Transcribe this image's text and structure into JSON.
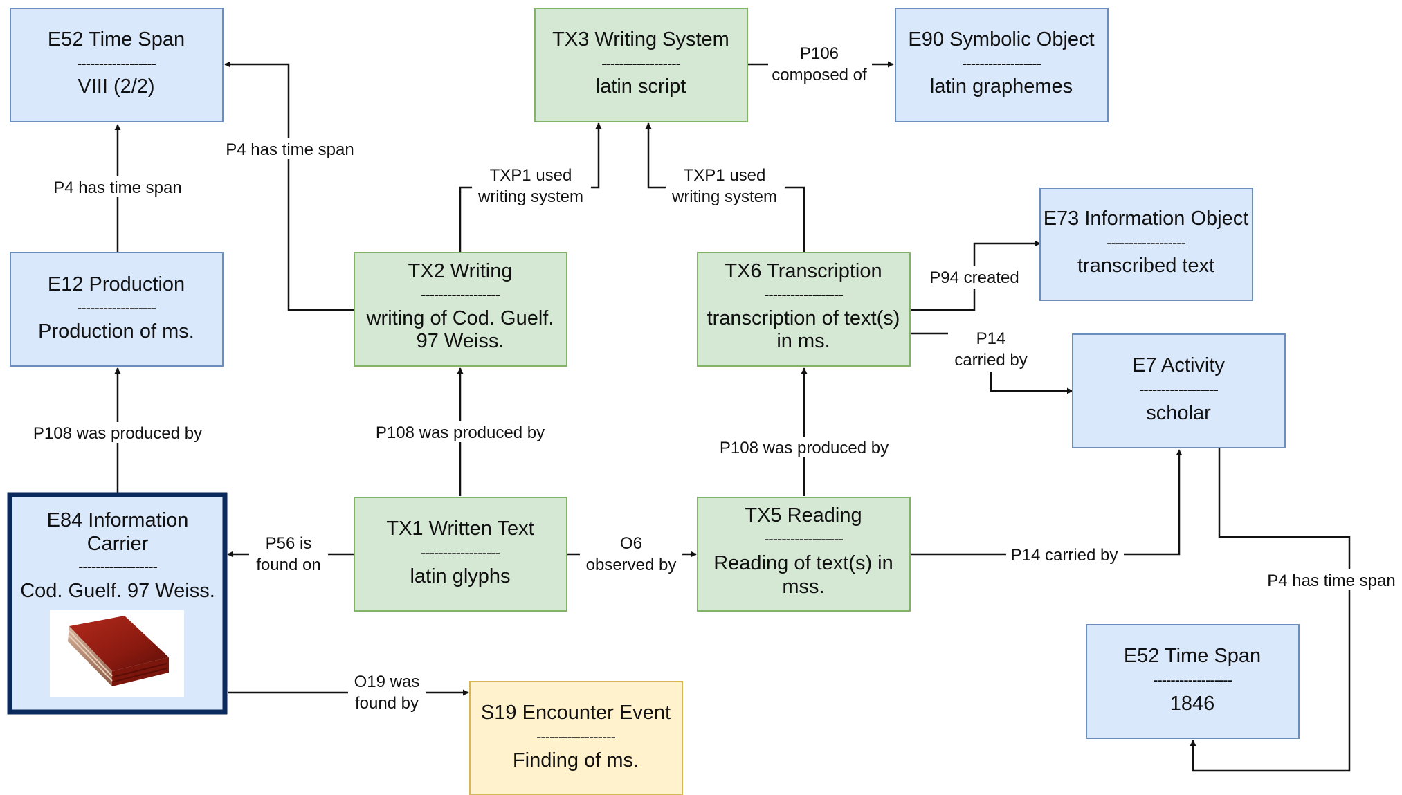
{
  "colors": {
    "blue_fill": "#dae8fc",
    "blue_stroke": "#6c8ebf",
    "green_fill": "#d5e8d4",
    "green_stroke": "#82b366",
    "yellow_fill": "#fff2cc",
    "yellow_stroke": "#d6b656",
    "highlight_stroke": "#0a2a5e",
    "book_red": "#8b1a10"
  },
  "nodes": {
    "e52a": {
      "title": "E52 Time Span",
      "line": "------------------",
      "value": "VIII (2/2)"
    },
    "e12": {
      "title": "E12 Production",
      "line": "------------------",
      "value": "Production of ms."
    },
    "e84": {
      "title_1": "E84 Information",
      "title_2": "Carrier",
      "line": "------------------",
      "value": "Cod. Guelf. 97 Weiss.",
      "image_icon": "book-icon"
    },
    "tx3": {
      "title": "TX3 Writing System",
      "line": "------------------",
      "value": "latin script"
    },
    "e90": {
      "title": "E90 Symbolic Object",
      "line": "------------------",
      "value": "latin graphemes"
    },
    "tx2": {
      "title": "TX2 Writing",
      "line": "------------------",
      "value_1": "writing of Cod. Guelf.",
      "value_2": "97 Weiss."
    },
    "tx6": {
      "title": "TX6 Transcription",
      "line": "------------------",
      "value_1": "transcription of text(s)",
      "value_2": "in ms."
    },
    "e73": {
      "title": "E73 Information Object",
      "line": "------------------",
      "value": "transcribed text"
    },
    "e7": {
      "title": "E7 Activity",
      "line": "------------------",
      "value": "scholar"
    },
    "tx1": {
      "title": "TX1 Written Text",
      "line": "------------------",
      "value": "latin glyphs"
    },
    "tx5": {
      "title": "TX5 Reading",
      "line": "------------------",
      "value_1": "Reading of text(s) in",
      "value_2": "mss."
    },
    "s19": {
      "title": "S19 Encounter Event",
      "line": "------------------",
      "value": "Finding of ms."
    },
    "e52b": {
      "title": "E52 Time Span",
      "line": "------------------",
      "value": "1846"
    }
  },
  "edges": {
    "p4_e12": "P4 has time span",
    "p4_tx2": "P4 has time span",
    "p108_e84": "P108 was produced by",
    "txp1_tx2_1": "TXP1 used",
    "txp1_tx2_2": "writing system",
    "txp1_tx6_1": "TXP1 used",
    "txp1_tx6_2": "writing system",
    "p106_1": "P106",
    "p106_2": "composed of",
    "p94": "P94 created",
    "p14_tx6_1": "P14",
    "p14_tx6_2": "carried by",
    "p108_tx1": "P108 was produced by",
    "p108_tx5": "P108 was produced by",
    "p56_1": "P56 is",
    "p56_2": "found on",
    "o6_1": "O6",
    "o6_2": "observed by",
    "p14_tx5": "P14 carried by",
    "p4_e7": "P4 has time span",
    "o19_1": "O19 was",
    "o19_2": "found by"
  }
}
